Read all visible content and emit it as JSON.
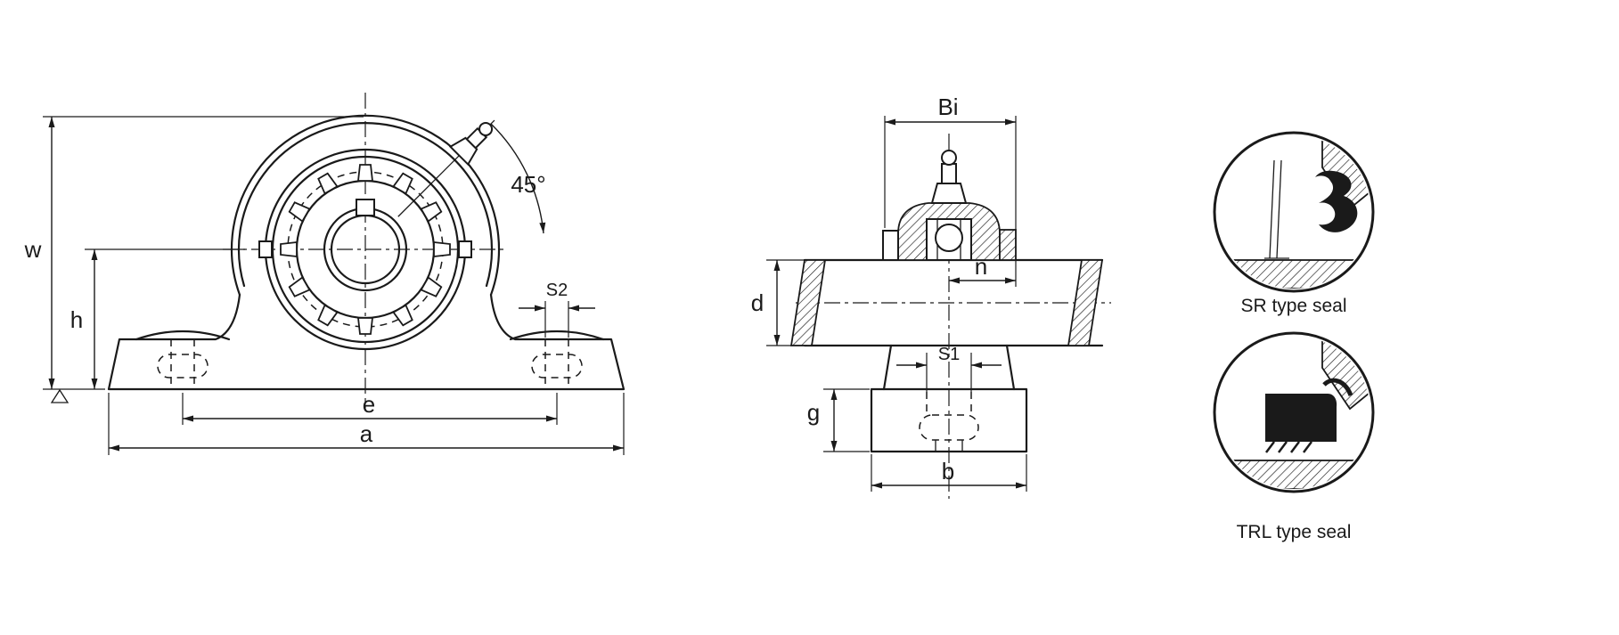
{
  "front_view": {
    "labels": {
      "angle": "45°",
      "w": "w",
      "h": "h",
      "s2": "S2",
      "e": "e",
      "a": "a"
    }
  },
  "side_view": {
    "labels": {
      "bi": "Bi",
      "n": "n",
      "d": "d",
      "s1": "S1",
      "g": "g",
      "b": "b"
    }
  },
  "seal_details": {
    "sr_label": "SR type seal",
    "trl_label": "TRL type seal"
  },
  "colors": {
    "ink": "#1a1a1a",
    "paper": "#ffffff"
  }
}
